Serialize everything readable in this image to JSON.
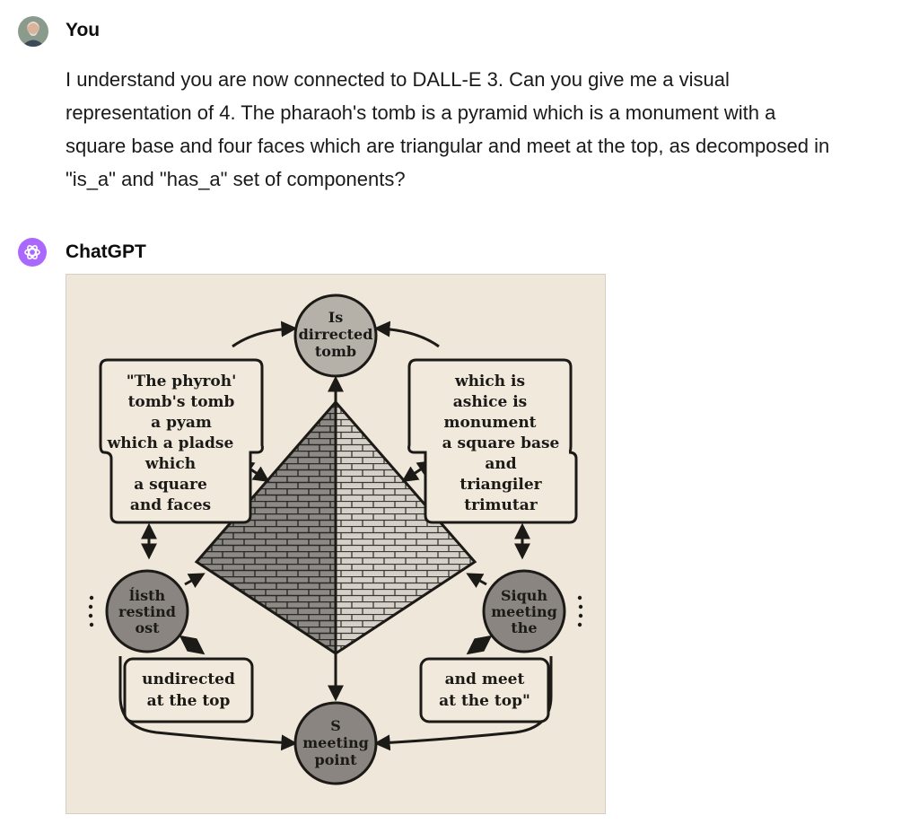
{
  "user": {
    "author": "You",
    "message_lines": [
      "I understand you are now connected to DALL-E 3. Can you give me a visual",
      "representation of 4. The pharaoh's tomb is a pyramid which is a monument with a",
      "square base and four faces which are triangular and meet at the top, as decomposed in",
      "\"is_a\" and \"has_a\" set of components?"
    ]
  },
  "assistant": {
    "author": "ChatGPT",
    "image": {
      "top_node": [
        "Is",
        "dirrected",
        "tomb"
      ],
      "left_node": [
        "ĺisth",
        "restind",
        "ost"
      ],
      "right_node": [
        "Siquh",
        "meeting",
        "the"
      ],
      "bottom_node": [
        "S",
        "meeting",
        "point"
      ],
      "top_left_box": [
        "\"The phyroh'",
        "tomb's tomb",
        "a pyam",
        "which a pladse",
        "which",
        "a square",
        "and faces"
      ],
      "top_right_box": [
        "which is",
        "ashice is",
        "monument",
        "a square base",
        "and",
        "triangiler",
        "trimutar"
      ],
      "bottom_left_box": [
        "undirected",
        "at the top"
      ],
      "bottom_right_box": [
        "and meet",
        "at the top\""
      ]
    }
  }
}
